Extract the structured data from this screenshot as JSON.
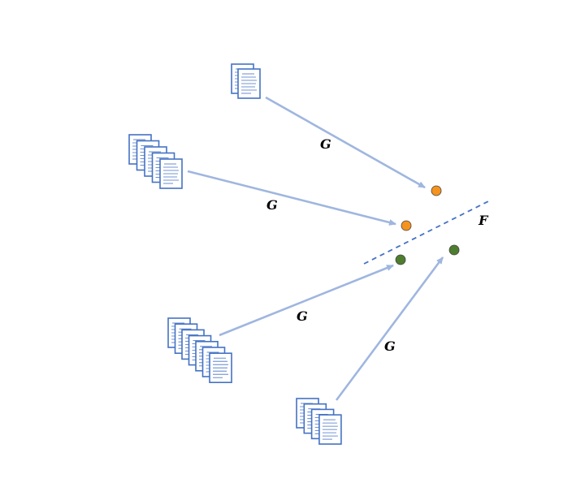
{
  "labels": {
    "arrow_label": "G",
    "boundary_label": "F"
  },
  "documents": {
    "stack_sizes": [
      2,
      5,
      7,
      4
    ]
  },
  "points": {
    "colors": [
      "orange",
      "orange",
      "green",
      "green"
    ]
  },
  "colors": {
    "document_stroke": "#4472c4",
    "arrow": "#9fb6df",
    "boundary": "#4472c4",
    "orange_point": "#f5931e",
    "green_point": "#4f7d2e"
  },
  "icons": {
    "document": "document-icon",
    "point": "circle-marker"
  }
}
